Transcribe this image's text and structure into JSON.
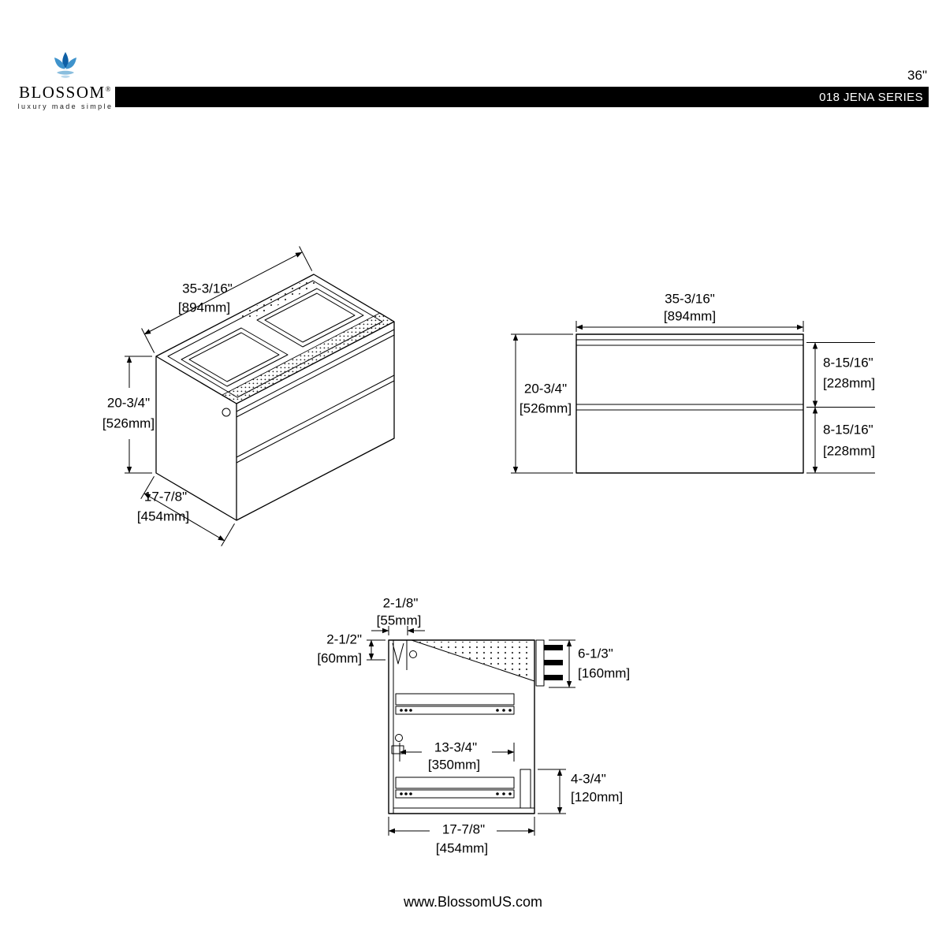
{
  "header": {
    "brand": "BLOSSOM",
    "registered": "®",
    "tagline": "luxury made simple",
    "size_label": "36\"",
    "series": "018 JENA SERIES"
  },
  "footer": {
    "website": "www.BlossomUS.com"
  },
  "views": {
    "iso": {
      "width_in": "35-3/16\"",
      "width_mm": "[894mm]",
      "height_in": "20-3/4\"",
      "height_mm": "[526mm]",
      "depth_in": "17-7/8\"",
      "depth_mm": "[454mm]"
    },
    "front": {
      "width_in": "35-3/16\"",
      "width_mm": "[894mm]",
      "height_in": "20-3/4\"",
      "height_mm": "[526mm]",
      "drawer1_in": "8-15/16\"",
      "drawer1_mm": "[228mm]",
      "drawer2_in": "8-15/16\"",
      "drawer2_mm": "[228mm]"
    },
    "side": {
      "front_rail_in": "2-1/8\"",
      "front_rail_mm": "[55mm]",
      "top_gap_in": "2-1/2\"",
      "top_gap_mm": "[60mm]",
      "bracket_in": "6-1/3\"",
      "bracket_mm": "[160mm]",
      "slide_in": "13-3/4\"",
      "slide_mm": "[350mm]",
      "bottom_gap_in": "4-3/4\"",
      "bottom_gap_mm": "[120mm]",
      "depth_in": "17-7/8\"",
      "depth_mm": "[454mm]"
    }
  }
}
